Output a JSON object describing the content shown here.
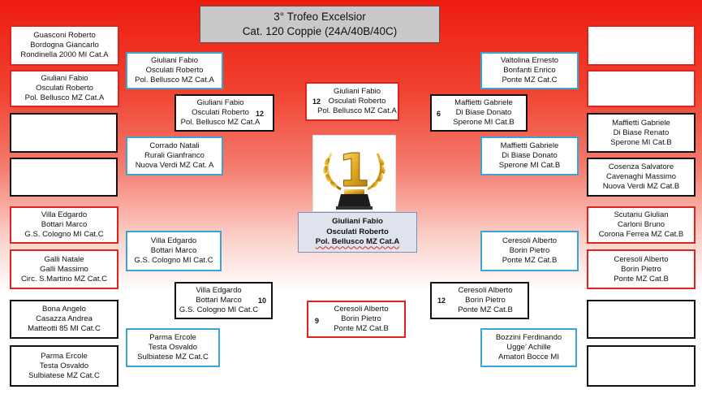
{
  "title": {
    "line1": "3° Trofeo Excelsior",
    "line2": "Cat. 120 Coppie (24A/40B/40C)"
  },
  "winner": {
    "l1": "Giuliani Fabio",
    "l2": "Osculati Roberto",
    "l3": "Pol. Bellusco  MZ Cat.A"
  },
  "trophy": {
    "icon": "trophy-number-one-icon",
    "digit": "1"
  },
  "colors": {
    "red": "#e0241c",
    "black": "#111111",
    "blue": "#3aa3d8",
    "background_top": "#ee1c10"
  },
  "left": {
    "r1": [
      {
        "l1": "Guasconi Roberto",
        "l2": "Bordogna Giancarlo",
        "l3": "Rondinella 2000 MI Cat.A"
      },
      {
        "l1": "Giuliani Fabio",
        "l2": "Osculati Roberto",
        "l3": "Pol. Bellusco  MZ Cat.A"
      },
      {
        "l1": "",
        "l2": "",
        "l3": ""
      },
      {
        "l1": "",
        "l2": "",
        "l3": ""
      },
      {
        "l1": "Villa Edgardo",
        "l2": "Bottari Marco",
        "l3": "G.S. Cologno MI Cat.C"
      },
      {
        "l1": "Galli Natale",
        "l2": "Galli Massimo",
        "l3": "Circ. S.Martino MZ Cat.C"
      },
      {
        "l1": "Bona Angelo",
        "l2": "Casazza Andrea",
        "l3": "Matteotti 85 MI Cat.C"
      },
      {
        "l1": "Parma Ercole",
        "l2": "Testa Osvaldo",
        "l3": "Sulbiatese MZ Cat.C"
      }
    ],
    "r2": [
      {
        "l1": "Giuliani Fabio",
        "l2": "Osculati Roberto",
        "l3": "Pol. Bellusco  MZ Cat.A"
      },
      {
        "l1": "Corrado Natali",
        "l2": "Rurali Gianfranco",
        "l3": "Nuova Verdi MZ Cat. A"
      },
      {
        "l1": "Villa Edgardo",
        "l2": "Bottari Marco",
        "l3": "G.S. Cologno MI Cat.C"
      },
      {
        "l1": "Parma Ercole",
        "l2": "Testa Osvaldo",
        "l3": "Sulbiatese MZ Cat.C"
      }
    ],
    "r3": [
      {
        "l1": "Giuliani Fabio",
        "l2": "Osculati Roberto",
        "l3": "Pol. Bellusco  MZ Cat.A",
        "score": "12"
      },
      {
        "l1": "Villa Edgardo",
        "l2": "Bottari Marco",
        "l3": "G.S. Cologno MI Cat.C",
        "score": "10"
      }
    ],
    "sf": {
      "l1": "Giuliani Fabio",
      "l2": "Osculati Roberto",
      "l3": "Pol. Bellusco  MZ Cat.A",
      "score": "12"
    }
  },
  "right": {
    "r1": [
      {
        "l1": "",
        "l2": "",
        "l3": ""
      },
      {
        "l1": "",
        "l2": "",
        "l3": ""
      },
      {
        "l1": "Maffietti Gabriele",
        "l2": "Di Biase Renato",
        "l3": "Sperone MI Cat.B"
      },
      {
        "l1": "Cosenza Salvatore",
        "l2": "Cavenaghi Massimo",
        "l3": "Nuova Verdi MZ Cat.B"
      },
      {
        "l1": "Scutariu Giulian",
        "l2": "Carloni Bruno",
        "l3": "Corona Ferrea MZ Cat.B"
      },
      {
        "l1": "Ceresoli  Alberto",
        "l2": "Borin Pietro",
        "l3": "Ponte MZ Cat.B"
      },
      {
        "l1": "",
        "l2": "",
        "l3": ""
      },
      {
        "l1": "",
        "l2": "",
        "l3": ""
      }
    ],
    "r2": [
      {
        "l1": "Valtolina Ernesto",
        "l2": "Bonfanti Enrico",
        "l3": "Ponte MZ Cat.C"
      },
      {
        "l1": "Maffietti Gabriele",
        "l2": "Di Biase Donato",
        "l3": "Sperone MI Cat.B"
      },
      {
        "l1": "Ceresoli  Alberto",
        "l2": "Borin Pietro",
        "l3": "Ponte MZ Cat.B"
      },
      {
        "l1": "Bozzini Ferdinando",
        "l2": "Ugge’ Achille",
        "l3": "Amatori Bocce MI"
      }
    ],
    "r3": [
      {
        "l1": "Maffietti Gabriele",
        "l2": "Di Biase Donato",
        "l3": "Sperone MI Cat.B",
        "score": "6"
      },
      {
        "l1": "Ceresoli  Alberto",
        "l2": "Borin Pietro",
        "l3": "Ponte MZ Cat.B",
        "score": "12"
      }
    ],
    "sf": {
      "l1": "Ceresoli  Alberto",
      "l2": "Borin Pietro",
      "l3": "Ponte MZ Cat.B",
      "score": "9"
    }
  }
}
